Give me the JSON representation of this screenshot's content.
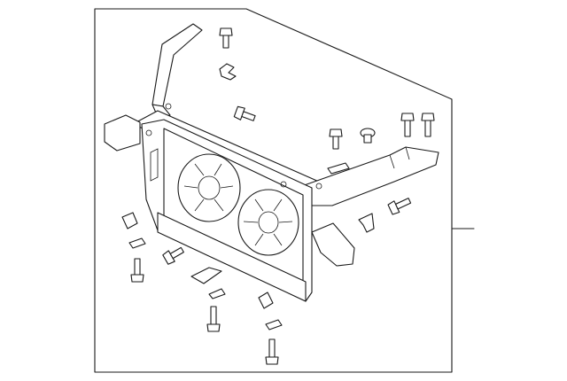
{
  "diagram": {
    "callouts": [],
    "colors": {
      "line": "#1a1a1a",
      "background": "#ffffff"
    },
    "parts": [
      "radiator-support-assembly",
      "cooling-fan-left",
      "cooling-fan-right",
      "bolt",
      "clip",
      "plug",
      "bracket",
      "label-tag"
    ]
  }
}
